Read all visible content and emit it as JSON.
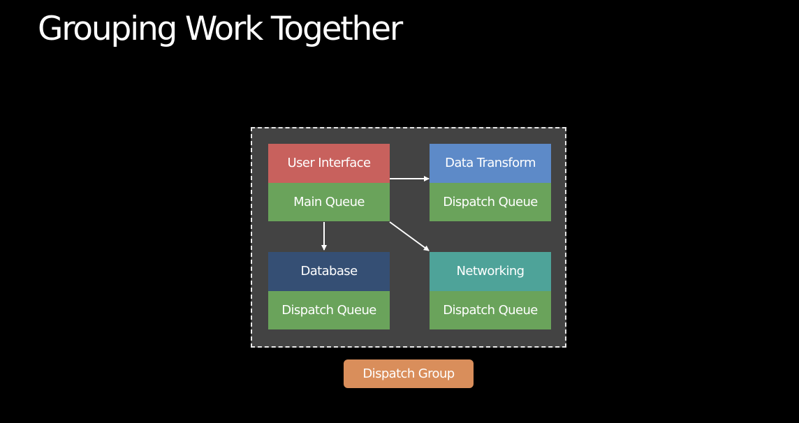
{
  "title": "Grouping Work Together",
  "nodes": {
    "user_interface": {
      "header": "User Interface",
      "queue": "Main Queue"
    },
    "data_transform": {
      "header": "Data Transform",
      "queue": "Dispatch Queue"
    },
    "database": {
      "header": "Database",
      "queue": "Dispatch Queue"
    },
    "networking": {
      "header": "Networking",
      "queue": "Dispatch Queue"
    }
  },
  "group_label": "Dispatch Group",
  "colors": {
    "background": "#000000",
    "group_box": "#434343",
    "user_interface": "#c8615d",
    "data_transform": "#5d8ac8",
    "database": "#354f74",
    "networking": "#4ea399",
    "queue": "#6aa35b",
    "group_label": "#d98e5b"
  }
}
